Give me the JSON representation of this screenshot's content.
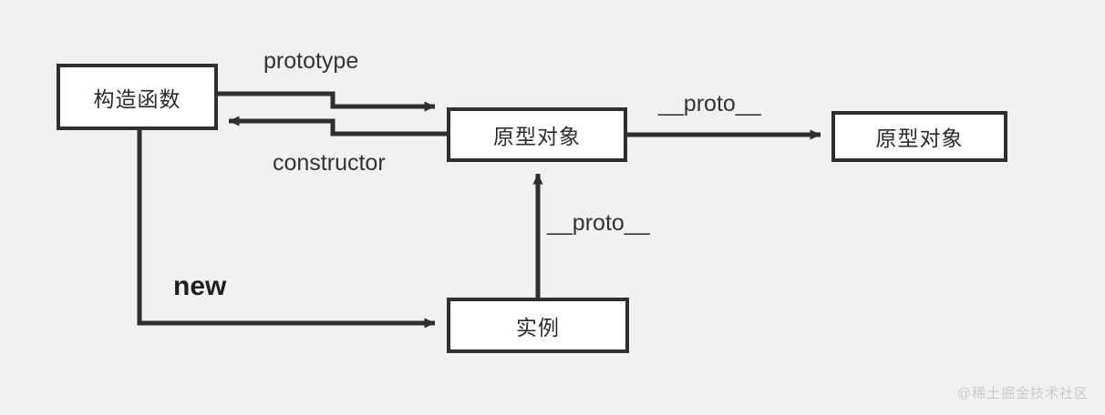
{
  "diagram": {
    "title": "JavaScript prototype chain diagram",
    "background_color": "#f1f1f1",
    "line_color": "#2f2f2f",
    "box_fill": "#ffffff",
    "nodes": [
      {
        "id": "constructor",
        "label": "构造函数"
      },
      {
        "id": "prototype",
        "label": "原型对象"
      },
      {
        "id": "proto_root",
        "label": "原型对象"
      },
      {
        "id": "instance",
        "label": "实例"
      }
    ],
    "edges": [
      {
        "id": "prototype_edge",
        "label": "prototype",
        "from": "constructor",
        "to": "prototype"
      },
      {
        "id": "constructor_edge",
        "label": "constructor",
        "from": "prototype",
        "to": "constructor"
      },
      {
        "id": "proto_top_edge",
        "label": "__proto__",
        "from": "prototype",
        "to": "proto_root"
      },
      {
        "id": "proto_mid_edge",
        "label": "__proto__",
        "from": "instance",
        "to": "prototype"
      },
      {
        "id": "new_edge",
        "label": "new",
        "from": "constructor",
        "to": "instance"
      }
    ],
    "watermark": "@稀土掘金技术社区"
  }
}
